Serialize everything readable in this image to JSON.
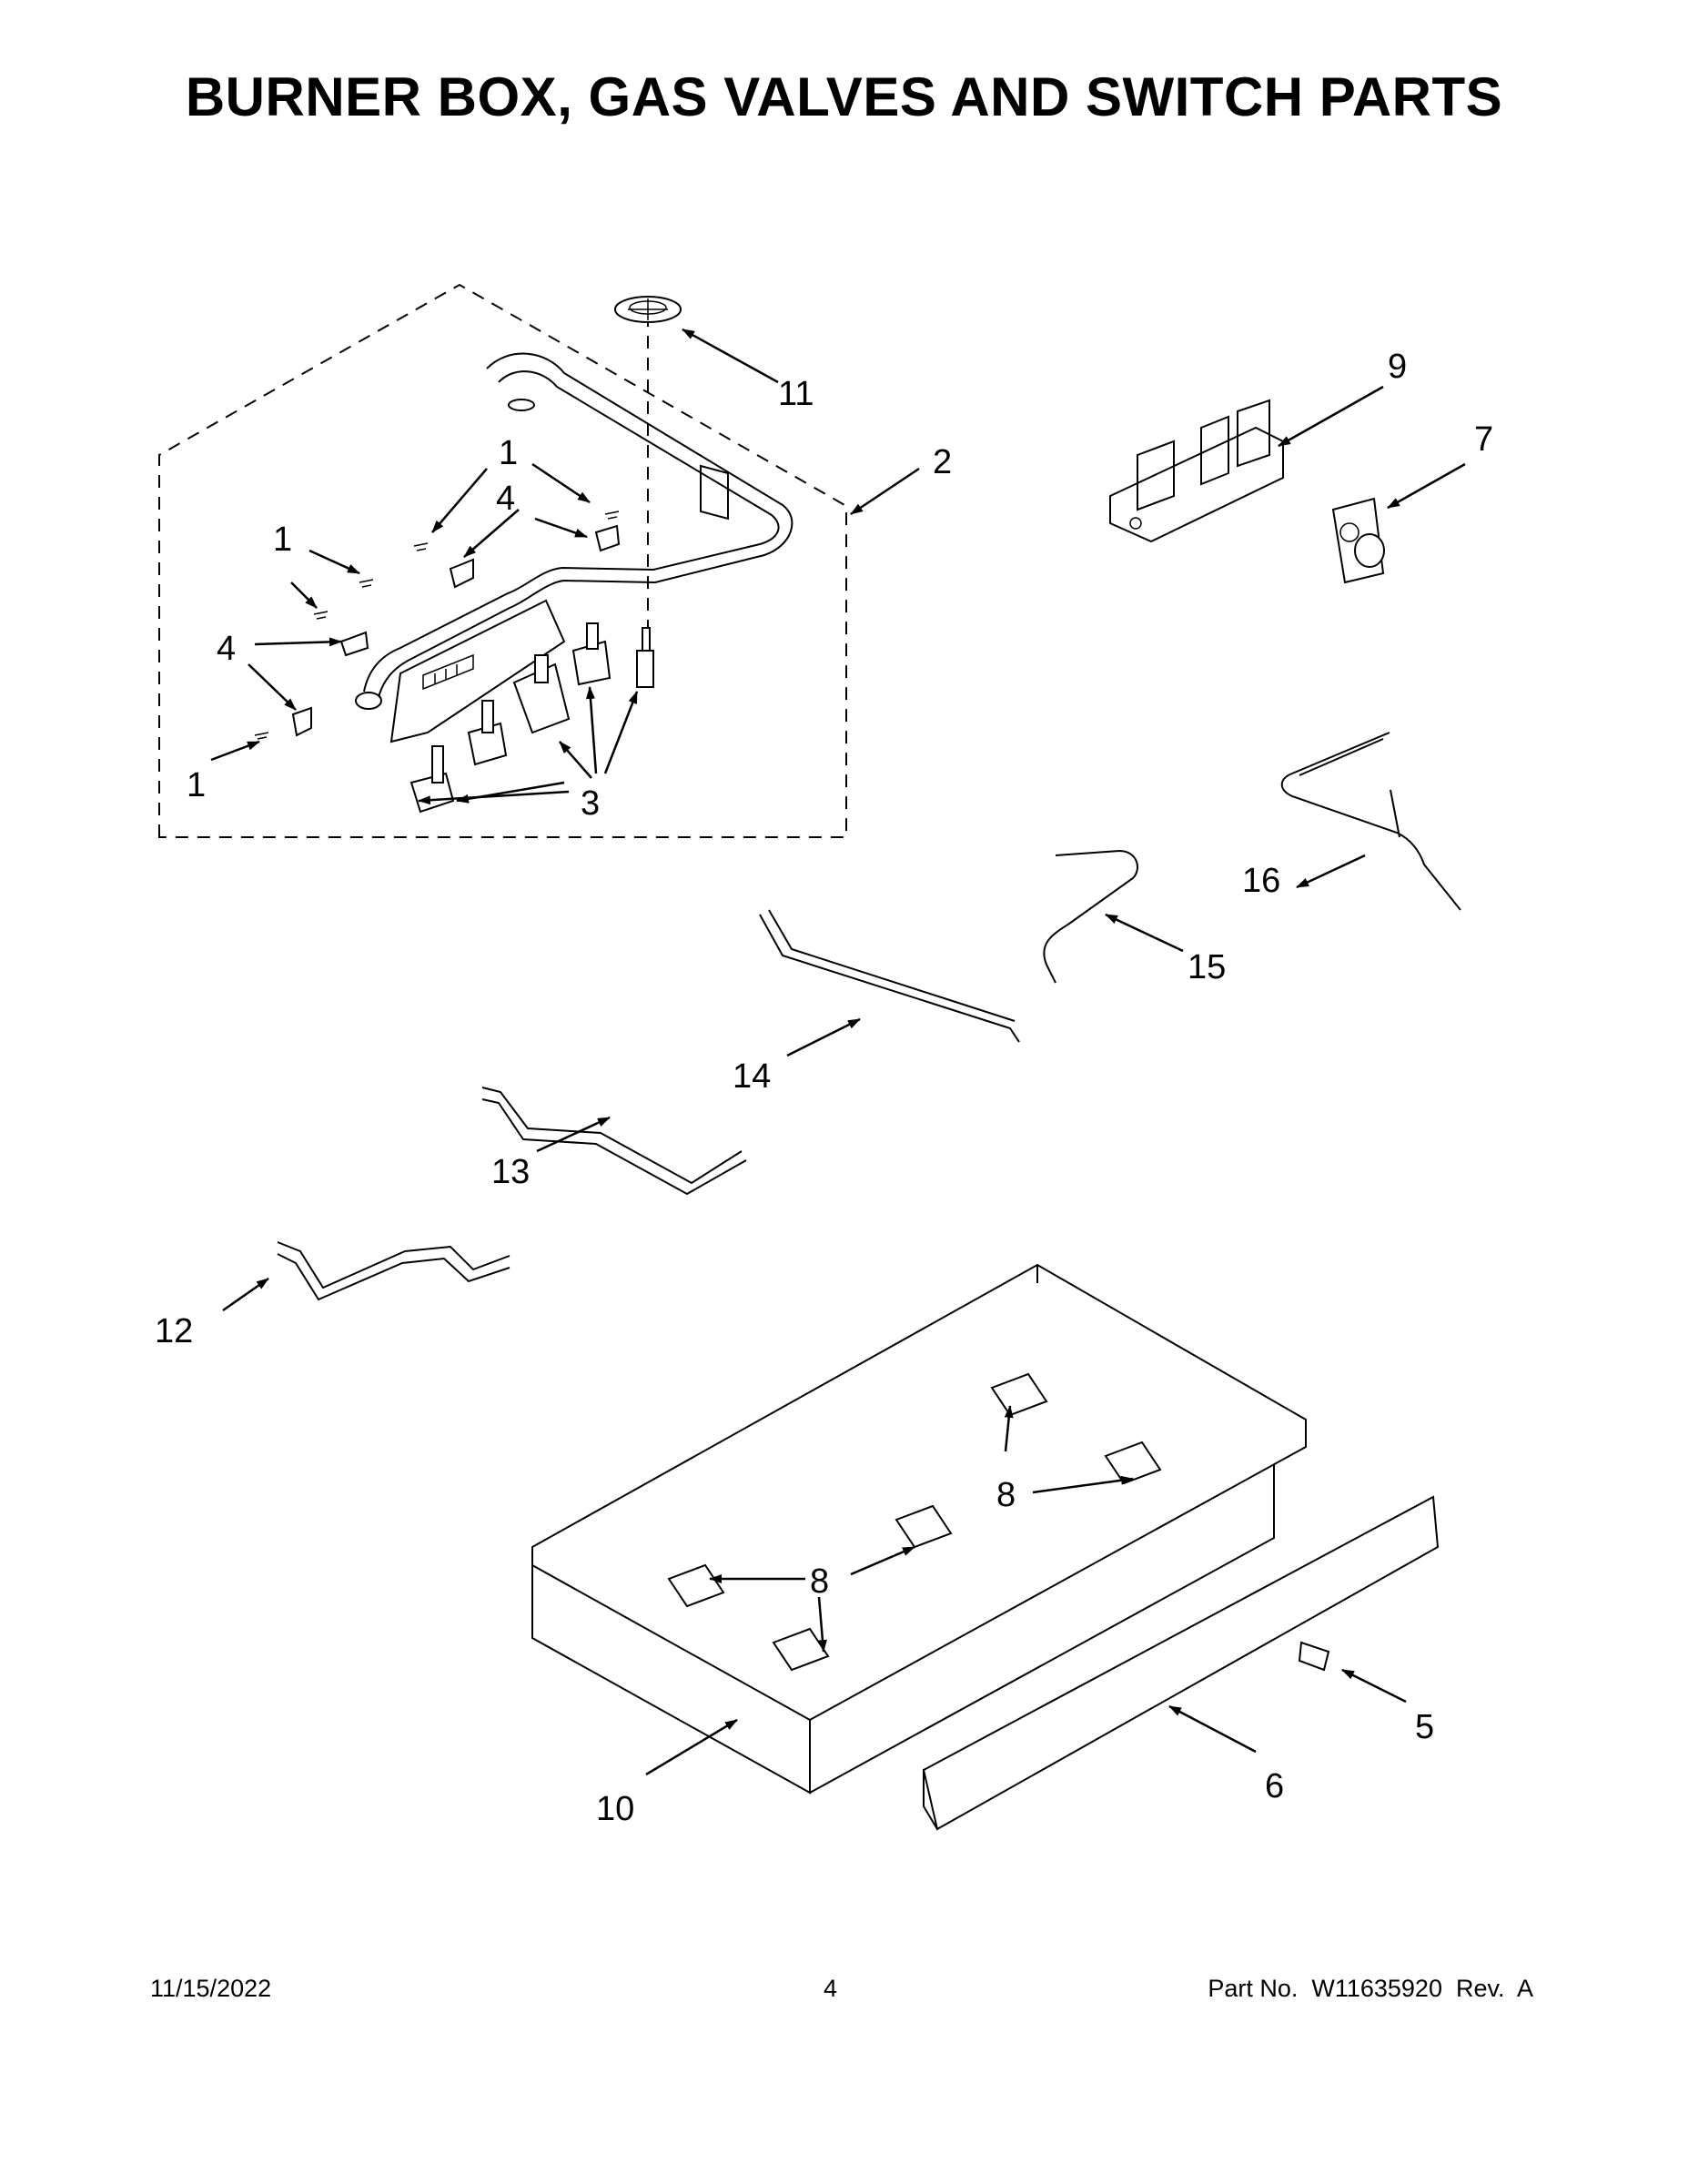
{
  "title": "BURNER BOX, GAS VALVES AND SWITCH PARTS",
  "callouts": {
    "c1a": "1",
    "c1b": "1",
    "c1c": "1",
    "c1d": "1",
    "c1e": "1",
    "c2": "2",
    "c3": "3",
    "c4a": "4",
    "c4b": "4",
    "c5": "5",
    "c6": "6",
    "c7": "7",
    "c8a": "8",
    "c8b": "8",
    "c9": "9",
    "c10": "10",
    "c11": "11",
    "c12": "12",
    "c13": "13",
    "c14": "14",
    "c15": "15",
    "c16": "16"
  },
  "footer": {
    "date": "11/15/2022",
    "page": "4",
    "part": "Part No.  W11635920  Rev.  A"
  }
}
